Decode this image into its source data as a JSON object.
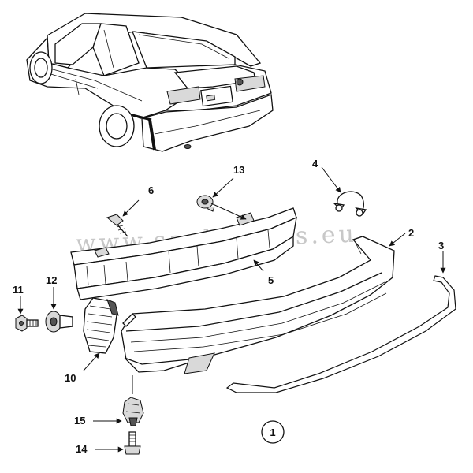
{
  "watermark": "www.saab-parts.eu",
  "callouts": {
    "p1": "1",
    "p2": "2",
    "p3": "3",
    "p4": "4",
    "p5": "5",
    "p6": "6",
    "p10": "10",
    "p11": "11",
    "p12": "12",
    "p13": "13",
    "p14": "14",
    "p15": "15"
  }
}
